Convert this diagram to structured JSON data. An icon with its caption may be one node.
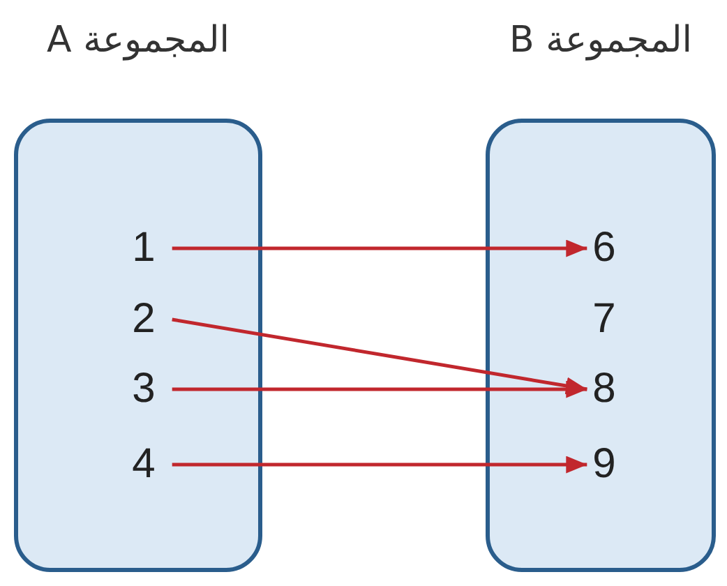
{
  "diagram": {
    "nodes": [
      {
        "text": [
          "المجموعة A"
        ]
      },
      {
        "text": [
          "1"
        ],
        "in": 0
      },
      {
        "text": [
          "2"
        ],
        "in": 0
      },
      {
        "text": [
          "3"
        ],
        "in": 0
      },
      {
        "text": [
          "4"
        ],
        "in": 0
      },
      {
        "text": [
          "المجموعة B"
        ]
      },
      {
        "text": [
          "6"
        ],
        "in": 5
      },
      {
        "text": [
          "7"
        ],
        "in": 5
      },
      {
        "text": [
          "8"
        ],
        "in": 5
      },
      {
        "text": [
          "9"
        ],
        "in": 5
      }
    ],
    "edges": [
      {
        "from": 1,
        "to": 6,
        "arrow": "to"
      },
      {
        "from": 2,
        "to": 8,
        "arrow": "to"
      },
      {
        "from": 3,
        "to": 8,
        "arrow": "to"
      },
      {
        "from": 4,
        "to": 9,
        "arrow": "to"
      }
    ]
  }
}
